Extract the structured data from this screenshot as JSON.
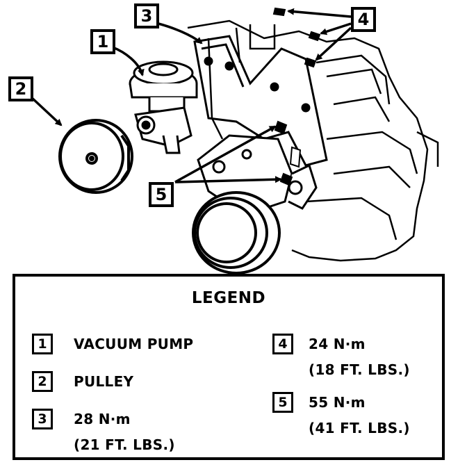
{
  "callouts": [
    "1",
    "2",
    "3",
    "4",
    "5"
  ],
  "legend": {
    "title": "LEGEND",
    "items": [
      {
        "num": "1",
        "line1": "VACUUM PUMP",
        "line2": ""
      },
      {
        "num": "2",
        "line1": "PULLEY",
        "line2": ""
      },
      {
        "num": "3",
        "line1": "28 N·m",
        "line2": "(21 FT. LBS.)"
      },
      {
        "num": "4",
        "line1": "24 N·m",
        "line2": "(18 FT. LBS.)"
      },
      {
        "num": "5",
        "line1": "55 N·m",
        "line2": "(41 FT. LBS.)"
      }
    ]
  }
}
